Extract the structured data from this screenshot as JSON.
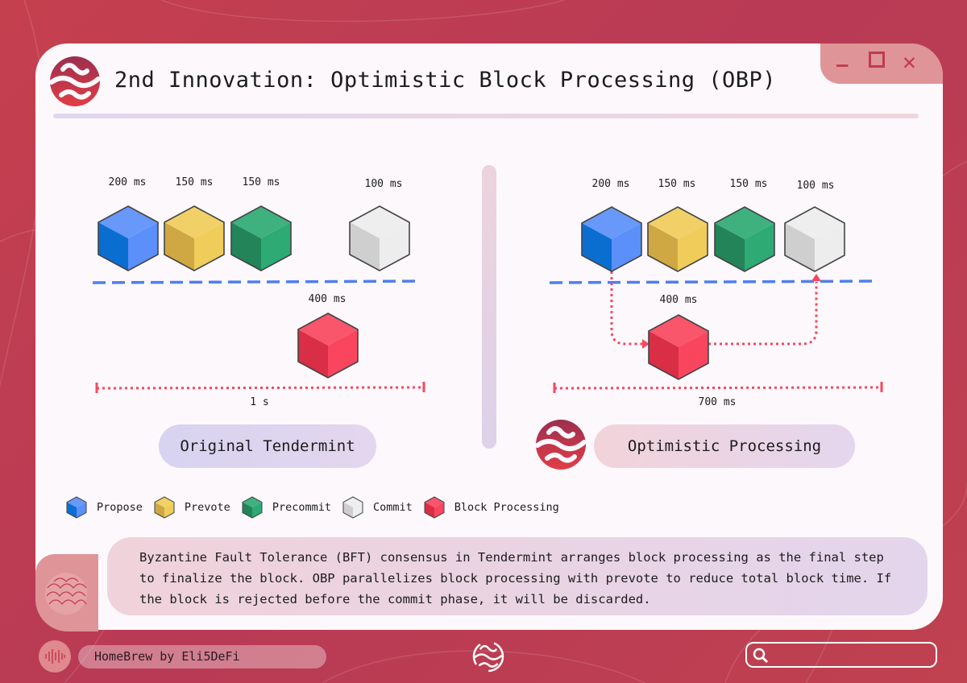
{
  "window": {
    "title": "2nd Innovation: Optimistic Block Processing (OBP)",
    "controls": [
      "minimize",
      "maximize",
      "close"
    ]
  },
  "left": {
    "labels": [
      "200 ms",
      "150 ms",
      "150 ms",
      "100 ms"
    ],
    "processing_label": "400 ms",
    "total": "1 s",
    "pill": "Original Tendermint"
  },
  "right": {
    "labels": [
      "200 ms",
      "150 ms",
      "150 ms",
      "100 ms"
    ],
    "processing_label": "400 ms",
    "total": "700 ms",
    "pill": "Optimistic Processing"
  },
  "legend": [
    "Propose",
    "Prevote",
    "Precommit",
    "Commit",
    "Block Processing"
  ],
  "description": [
    "Byzantine Fault Tolerance (BFT) consensus in Tendermint arranges block processing as the final step",
    "to finalize the block. OBP parallelizes block processing with prevote to reduce total block time. If",
    "the block is rejected before the commit phase, it will be discarded."
  ],
  "footer": {
    "brand": "HomeBrew by Eli5DeFi",
    "search_placeholder": ""
  },
  "colors": {
    "propose": [
      "#0a6ed1",
      "#5b8ff9"
    ],
    "prevote": [
      "#cfa844",
      "#f0cd5a"
    ],
    "precommit": [
      "#23845a",
      "#2eaa74"
    ],
    "commit": [
      "#cfcfcf",
      "#ededed"
    ],
    "processing": [
      "#d92e45",
      "#f9465e"
    ],
    "accent": "#f24a5f",
    "dash": "#4f7ef0"
  }
}
